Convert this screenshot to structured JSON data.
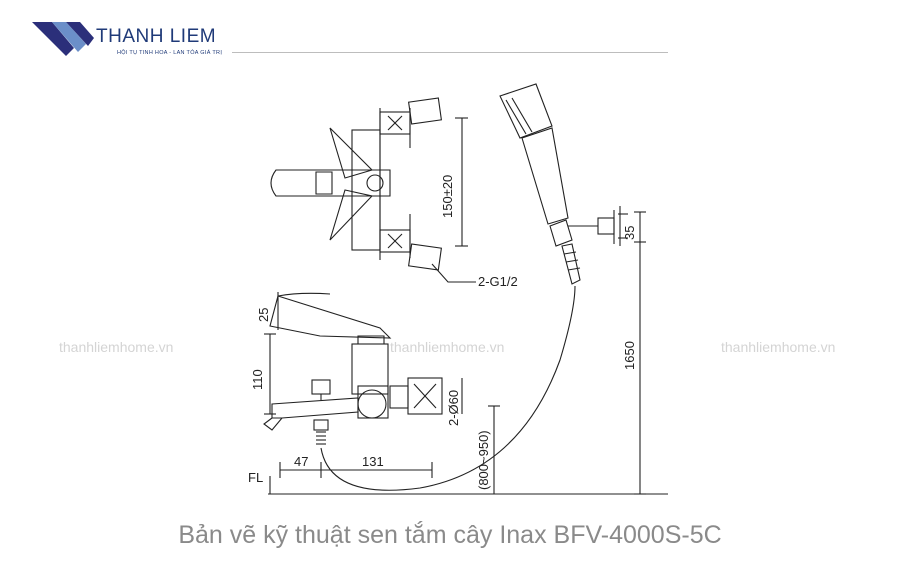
{
  "brand": {
    "name": "THANH LIEM",
    "tagline": "HỘI TỤ TINH HOA - LAN TỎA GIÁ TRỊ",
    "colors": {
      "primary": "#1f3a78",
      "logo_dark": "#2b2f7a",
      "logo_light": "#6b8fc9"
    }
  },
  "watermarks": [
    "thanhliemhome.vn",
    "thanhliemhome.vn",
    "thanhliemhome.vn"
  ],
  "dimensions": {
    "spacing": "150±20",
    "thread": "2-G1/2",
    "angle": "25",
    "height_110": "110",
    "diameter": "2-Ø60",
    "range": "(800~950)",
    "fl": "FL",
    "d47": "47",
    "d131": "131",
    "d1650": "1650",
    "d35": "35"
  },
  "caption": "Bản vẽ kỹ thuật sen tắm cây Inax BFV-4000S-5C"
}
